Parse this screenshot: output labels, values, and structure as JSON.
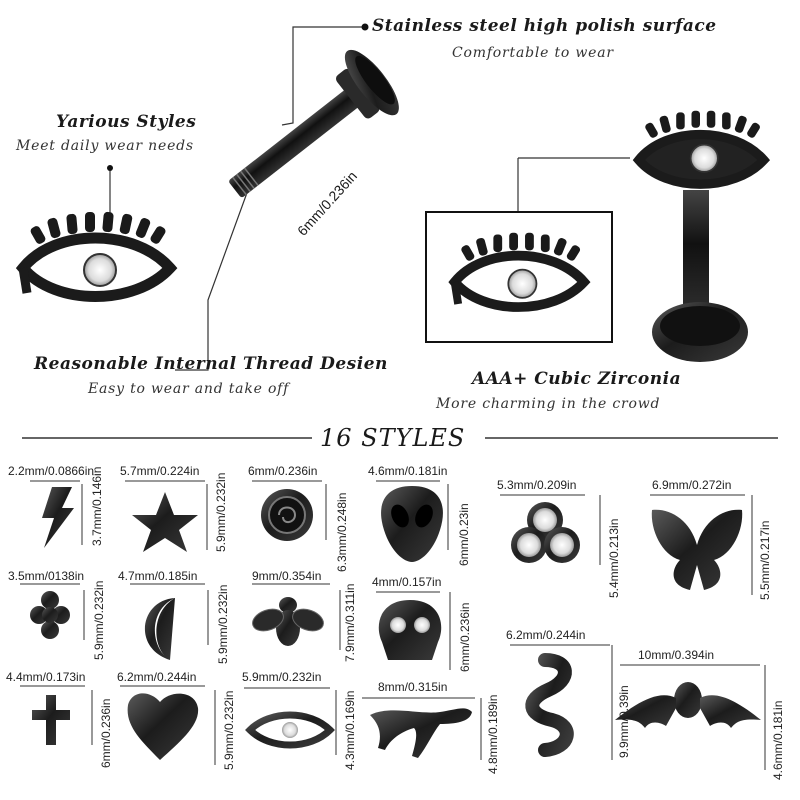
{
  "features": {
    "surface_title": "Stainless steel high polish surface",
    "surface_sub": "Comfortable to wear",
    "styles_title": "Yarious Styles",
    "styles_sub": "Meet daily wear needs",
    "thread_title": "Reasonable Internal Thread Desien",
    "thread_sub": "Easy to wear and take off",
    "zirconia_title": "AAA+ Cubic Zirconia",
    "zirconia_sub": "More charming in the crowd",
    "post_length": "6mm/0.236in"
  },
  "section_title": "16 STYLES",
  "styles": [
    {
      "shape": "lightning-bolt",
      "width": "2.2mm/0.0866in",
      "height": "3.7mm/0.146in"
    },
    {
      "shape": "star",
      "width": "5.7mm/0.224in",
      "height": "5.9mm/0.232in"
    },
    {
      "shape": "rose",
      "width": "6mm/0.236in",
      "height": "6.3mm/0.248in"
    },
    {
      "shape": "alien-head",
      "width": "4.6mm/0.181in",
      "height": "6mm/0.23in"
    },
    {
      "shape": "three-gems",
      "width": "5.3mm/0.209in",
      "height": "5.4mm/0.213in"
    },
    {
      "shape": "butterfly",
      "width": "6.9mm/0.272in",
      "height": "5.5mm/0.217in"
    },
    {
      "shape": "ball-cluster",
      "width": "3.5mm/0138in",
      "height": "5.9mm/0.232in"
    },
    {
      "shape": "crescent-moon",
      "width": "4.7mm/0.185in",
      "height": "5.9mm/0.232in"
    },
    {
      "shape": "bee",
      "width": "9mm/0.354in",
      "height": "7.9mm/0.311in"
    },
    {
      "shape": "skull",
      "width": "4mm/0.157in",
      "height": "6mm/0.236in"
    },
    {
      "shape": "snake",
      "width": "6.2mm/0.244in",
      "height": "9.9mm/0.39in"
    },
    {
      "shape": "bat",
      "width": "10mm/0.394in",
      "height": "4.6mm/0.181in"
    },
    {
      "shape": "cross",
      "width": "4.4mm/0.173in",
      "height": "6mm/0.236in"
    },
    {
      "shape": "heart",
      "width": "6.2mm/0.244in",
      "height": "5.9mm/0.232in"
    },
    {
      "shape": "evil-eye",
      "width": "5.9mm/0.232in",
      "height": "4.3mm/0.169in"
    },
    {
      "shape": "dinosaur",
      "width": "8mm/0.315in",
      "height": "4.8mm/0.189in"
    }
  ]
}
